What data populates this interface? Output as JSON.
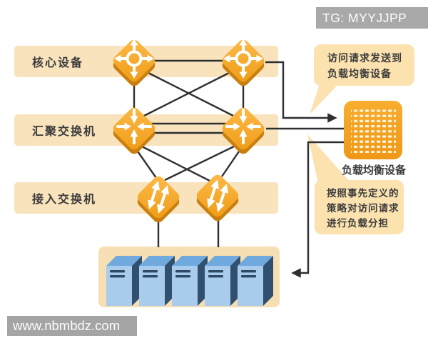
{
  "header": {
    "tg_badge": "TG: MYYJJPP"
  },
  "footer": {
    "watermark": "www.nbmbdz.com"
  },
  "layers": [
    {
      "id": "core",
      "label": "核心设备"
    },
    {
      "id": "aggregation",
      "label": "汇聚交换机"
    },
    {
      "id": "access",
      "label": "接入交换机"
    }
  ],
  "load_balancer": {
    "label": "负载均衡设备"
  },
  "callouts": [
    {
      "lines": [
        "访问请求发送到",
        "负载均衡设备"
      ]
    },
    {
      "lines": [
        "按照事先定义的",
        "策略对访问请求",
        "进行负载分担"
      ]
    }
  ],
  "servers": {
    "count": 5
  },
  "icons": {
    "core": "router-icon",
    "aggregation": "multilayer-switch-icon",
    "access": "workgroup-switch-icon",
    "load_balancer": "load-balancer-grid-icon"
  },
  "colors": {
    "band_beige": "#F8E3BD",
    "bubble_beige": "#FBE2AF",
    "panel_beige": "#F6DFB2",
    "orange_light": "#FDBA4A",
    "orange_dark": "#EF9C15",
    "orange_edge": "#C87F10",
    "link_line": "#2D2F31",
    "badge_gray": "#A9A9A9",
    "text_dark": "#3B3B3B",
    "server_front": "#A9CBEC",
    "server_top": "#6FA9DE",
    "server_side": "#31506F"
  }
}
